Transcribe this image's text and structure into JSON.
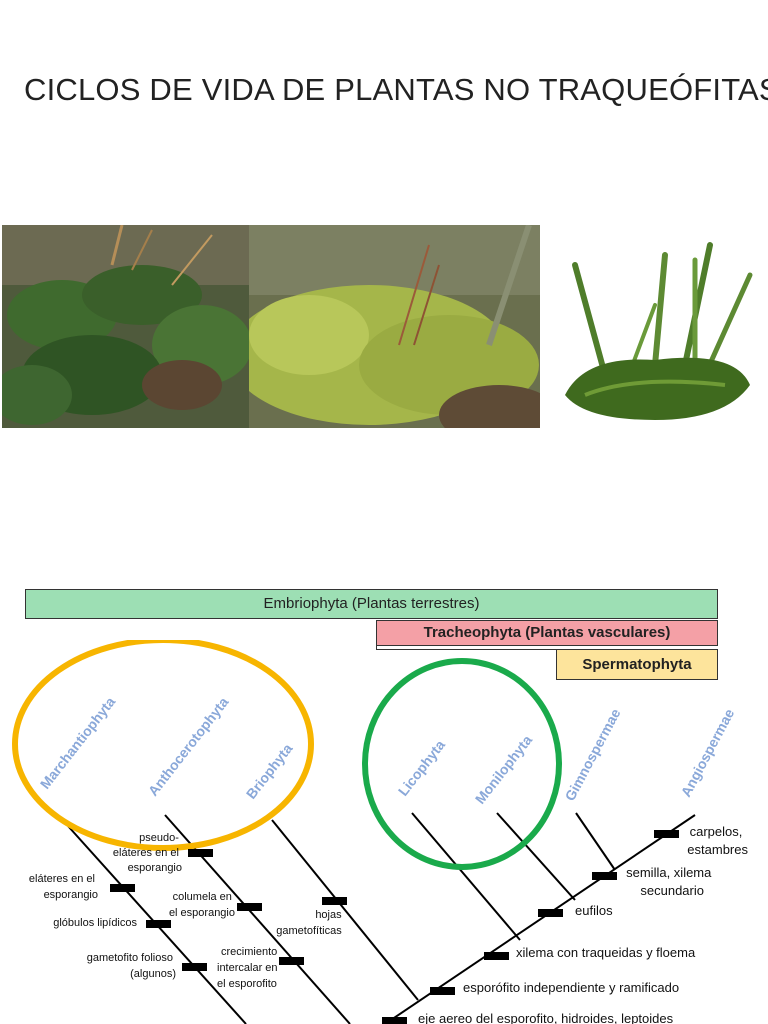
{
  "slide": {
    "title": "CICLOS DE VIDA DE PLANTAS NO TRAQUEÓFITAS"
  },
  "photos": [
    {
      "name": "liverwort-photo",
      "icon": "liverwort-thallus-image"
    },
    {
      "name": "moss-photo",
      "icon": "moss-with-sporophytes-image"
    },
    {
      "name": "hornwort-photo",
      "icon": "hornwort-sporophytes-image"
    }
  ],
  "bars": {
    "embriophyta": "Embriophyta (Plantas terrestres)",
    "tracheophyta": "Tracheophyta (Plantas vasculares)",
    "spermatophyta": "Spermatophyta"
  },
  "taxa": {
    "marchantiophyta": "Marchantiophyta",
    "anthocerotophyta": "Anthocerotophyta",
    "briophyta": "Briophyta",
    "licophyta": "Licophyta",
    "monilophyta": "Monilophyta",
    "gimnospermae": "Gimnospermae",
    "angiospermae": "Angiospermae"
  },
  "characters": {
    "pseudo": [
      "pseudo-",
      "eláteres en el",
      "esporangio"
    ],
    "elateres": [
      "eláteres en el",
      "esporangio"
    ],
    "columela": [
      "columela en",
      "el esporangio"
    ],
    "globulos": "glóbulos lipídicos",
    "hojas": [
      "hojas",
      "gametofíticas"
    ],
    "gametofito": [
      "gametofito folioso",
      "(algunos)"
    ],
    "crecimiento": [
      "crecimiento",
      "intercalar en",
      "el esporofito"
    ],
    "carpelos": [
      "carpelos,",
      "estambres"
    ],
    "semilla": [
      "semilla, xilema",
      "secundario"
    ],
    "eufilos": "eufilos",
    "xilema": "xilema con traqueidas y floema",
    "esporofito_indep": "esporófito independiente y ramificado",
    "eje_aereo": "eje aereo del esporofito, hidroides, leptoides"
  },
  "colors": {
    "embriophyta_bar": "#9ddfb4",
    "tracheophyta_bar": "#f4a0a6",
    "spermatophyta_bar": "#fde49c",
    "non_vascular_circle": "#f7b500",
    "vascular_circle": "#1aaa4b",
    "taxon_label": "#8aa8d9"
  }
}
